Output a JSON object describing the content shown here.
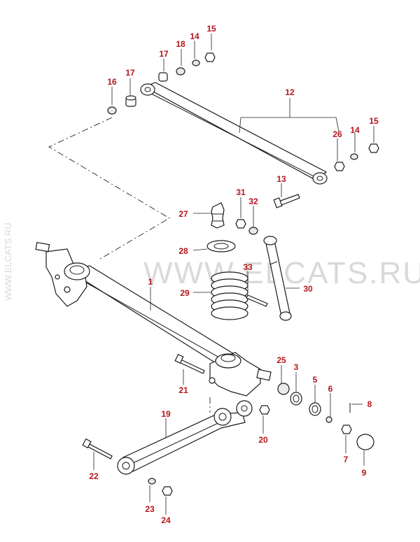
{
  "watermarks": {
    "side": "WWW.ELCATS.RU",
    "center": "WWW.ELCATS.RU"
  },
  "callouts": {
    "c1": "1",
    "c3": "3",
    "c5": "5",
    "c6": "6",
    "c7": "7",
    "c8": "8",
    "c9": "9",
    "c12": "12",
    "c13": "13",
    "c14a": "14",
    "c14b": "14",
    "c15a": "15",
    "c15b": "15",
    "c16": "16",
    "c17a": "17",
    "c17b": "17",
    "c18": "18",
    "c19": "19",
    "c20": "20",
    "c21": "21",
    "c22": "22",
    "c23": "23",
    "c24": "24",
    "c25": "25",
    "c26": "26",
    "c27": "27",
    "c28": "28",
    "c29": "29",
    "c30": "30",
    "c31": "31",
    "c32": "32",
    "c33": "33"
  },
  "colors": {
    "callout": "#b3161b",
    "line": "#1a1a1a",
    "watermark": "#d9d9d9"
  }
}
